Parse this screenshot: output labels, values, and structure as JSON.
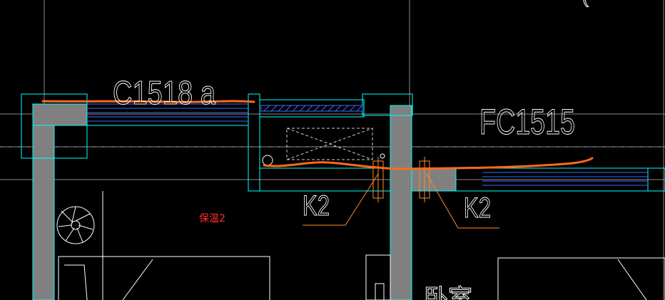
{
  "drawing": {
    "labels": {
      "window_left": "C1518 a",
      "window_right": "FC1515",
      "tag_left": "K2",
      "tag_right": "K2",
      "note": "保温2",
      "corner_mark": "(",
      "room_fragment": "卧室"
    },
    "colors": {
      "background": "#000000",
      "wall_outline": "#00ffff",
      "wall_fill": "#808080",
      "window_lines": "#3a6cff",
      "orange_markup": "#ff6a1a",
      "note_red": "#ff3030",
      "leader_orange": "#ff8a2a",
      "grid": "#9a9a9a",
      "drawing_lines": "#ffffff"
    }
  }
}
